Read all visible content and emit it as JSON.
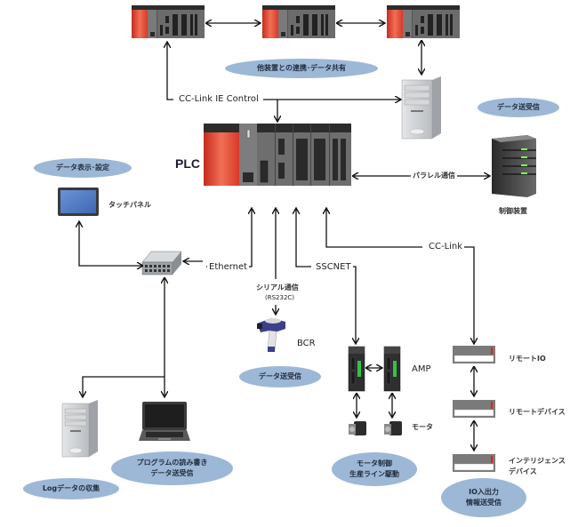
{
  "plc_label": "PLC",
  "networks": {
    "cc_link_ie_control": "CC-Link IE Control",
    "parallel": "パラレル通信",
    "ethernet": "Ethernet",
    "serial": "シリアル通信",
    "serial_sub": "(RS232C)",
    "sscnet": "SSCNET",
    "cc_link": "CC-Link"
  },
  "devices": {
    "touch_panel": "タッチパネル",
    "control_device": "制御装置",
    "bcr": "BCR",
    "amp": "AMP",
    "motor": "モータ",
    "remote_io": "リモートIO",
    "remote_device": "リモートデバイス",
    "intelligent_device_1": "インテリジェンス",
    "intelligent_device_2": "デバイス"
  },
  "bubbles": {
    "linkage": "他装置との連携･データ共有",
    "data_tx_right": "データ送受信",
    "display_settings": "データ表示･設定",
    "bcr_data": "データ送受信",
    "motor_control_1": "モータ制御",
    "motor_control_2": "生産ライン駆動",
    "program_1": "プログラムの読み書き",
    "program_2": "データ送受信",
    "log": "Logデータの収集",
    "io_1": "IO入出力",
    "io_2": "情報送受信"
  },
  "colors": {
    "plc_red": "#d9382a",
    "bubble": "#9db7d6",
    "module_dark": "#3a3a3a",
    "led_green": "#36c14a"
  }
}
